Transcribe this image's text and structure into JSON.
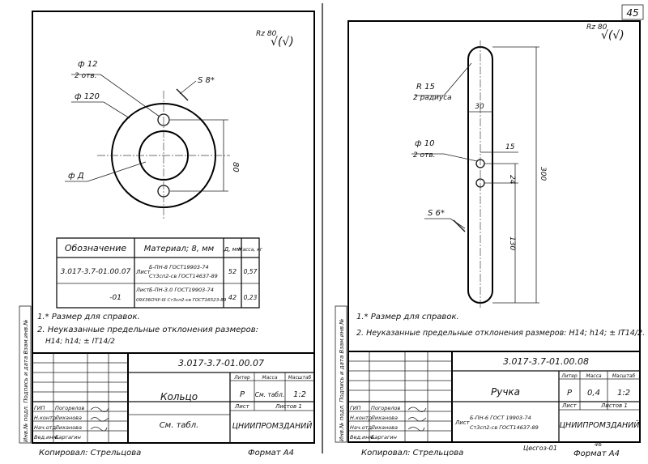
{
  "page_number": "45",
  "left_sheet": {
    "roughness": "Rz 80",
    "roughness_symbol": "√(√)",
    "dim_hole": "ф 12",
    "dim_hole_count": "2 отв.",
    "dim_outer": "ф 120",
    "dim_inner": "ф Д",
    "dim_thickness": "S 8*",
    "dim_spacing": "80",
    "table": {
      "headers": [
        "Обозначение",
        "Материал; 8, мм",
        "Д, мм",
        "Масса, кг"
      ],
      "rows": [
        {
          "designation": "3.017-3.7-01.00.07",
          "material_prefix": "Лист",
          "material_line1": "Б-ПН-8 ГОСТ19903-74",
          "material_line2": "Ст3сп2-св ГОСТ14637-89",
          "d": "52",
          "mass": "0,57"
        },
        {
          "designation": "-01",
          "material_prefix": "Лист",
          "material_line1": "Б-ПН-3.0 ГОСТ19903-74",
          "material_line2": "09Х36ОЧУ-III Ст3сп2-св ГОСТ16523-89",
          "d": "42",
          "mass": "0,23"
        }
      ]
    },
    "note1": "1.* Размер для справок.",
    "note2": "2. Неуказанные предельные отклонения размеров:",
    "note2b": "Н14; h14; ± IT14/2",
    "title_block": {
      "designation": "3.017-3.7-01.00.07",
      "name": "Кольцо",
      "col_lit": "Литер",
      "col_mass": "Масса",
      "col_scale": "Масштаб",
      "lit": "Р",
      "mass": "См. табл.",
      "scale": "1:2",
      "sheet": "Лист",
      "sheets": "Листов 1",
      "material": "См. табл.",
      "org": "ЦНИИПРОМЗДАНИЙ",
      "roles": [
        "ГИП",
        "Н.контр.",
        "Нач.отд.",
        "Вед.инж."
      ],
      "names": [
        "Погорелов",
        "Лиханова",
        "Лиханова",
        "Баргагин"
      ]
    },
    "side_stamp": "Инв.№ подл. Подпись и дата Взам.инв.№",
    "copied": "Копировал: Стрельцова",
    "format": "Формат А4"
  },
  "right_sheet": {
    "roughness": "Rz 80",
    "roughness_symbol": "√(√)",
    "dim_radius": "R 15",
    "dim_radius_note": "2 радиуса",
    "dim_width": "30",
    "dim_hole": "ф 10",
    "dim_hole_count": "2 отв.",
    "dim_15": "15",
    "dim_24": "24",
    "dim_130": "130",
    "dim_300": "300",
    "dim_thickness": "S 6*",
    "note1": "1.* Размер для справок.",
    "note2": "2. Неуказанные предельные отклонения размеров: Н14; h14; ± IT14/2.",
    "title_block": {
      "designation": "3.017-3.7-01.00.08",
      "name": "Ручка",
      "col_lit": "Литер",
      "col_mass": "Масса",
      "col_scale": "Масштаб",
      "lit": "Р",
      "mass": "0,4",
      "scale": "1:2",
      "sheet": "Лист",
      "sheets": "Листов 1",
      "material_prefix": "Лист",
      "material_line1": "Б-ПН-6 ГОСТ 19903-74",
      "material_line2": "Ст3сп2-св ГОСТ14637-89",
      "org": "ЦНИИПРОМЗДАНИЙ",
      "roles": [
        "ГИП",
        "Н.контр.",
        "Нач.отд.",
        "Вед.инж."
      ],
      "names": [
        "Погорелов",
        "Лиханова",
        "Лиханова",
        "Баргагин"
      ]
    },
    "side_stamp": "Инв.№ подл. Подпись и дата Взам.инв.№",
    "copied": "Копировал: Стрельцова",
    "bottom_code": "Цесгоз-01",
    "bottom_num": "46",
    "format": "Формат А4"
  }
}
